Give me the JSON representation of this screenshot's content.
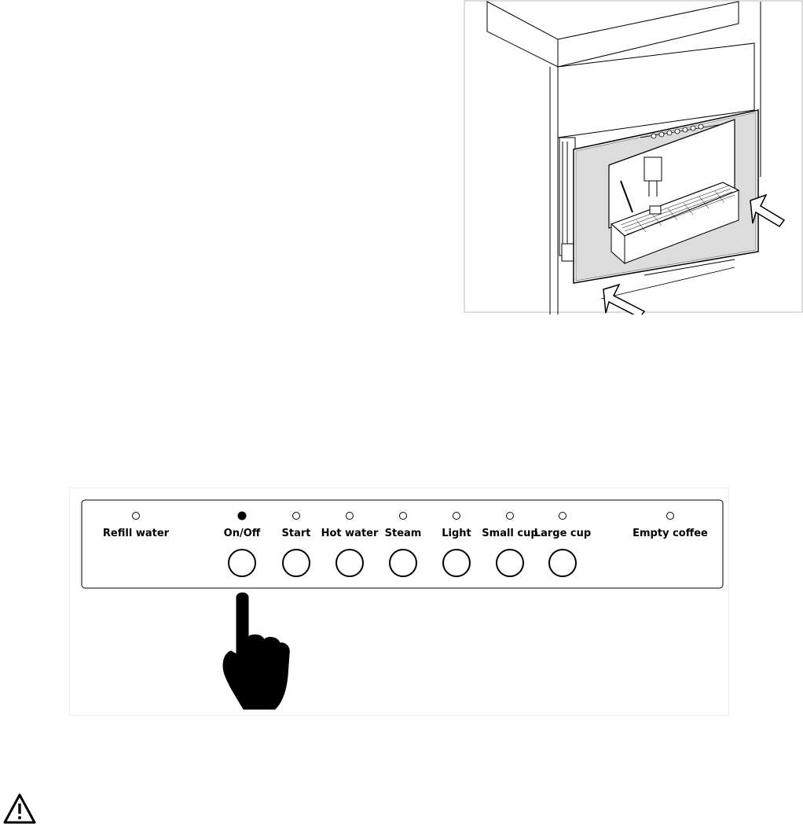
{
  "control_panel": {
    "indicators": [
      {
        "label": "Refill water",
        "lit": false,
        "has_button": false
      },
      {
        "label": "On/Off",
        "lit": true,
        "has_button": true
      },
      {
        "label": "Start",
        "lit": false,
        "has_button": true
      },
      {
        "label": "Hot water",
        "lit": false,
        "has_button": true
      },
      {
        "label": "Steam",
        "lit": false,
        "has_button": true
      },
      {
        "label": "Light",
        "lit": false,
        "has_button": true
      },
      {
        "label": "Small cup",
        "lit": false,
        "has_button": true
      },
      {
        "label": "Large cup",
        "lit": false,
        "has_button": true
      },
      {
        "label": "Empty coffee",
        "lit": false,
        "has_button": false
      }
    ],
    "pressed_button": "On/Off"
  },
  "icons": {
    "pointing_hand": "pointing-hand-icon",
    "warning": "warning-triangle-icon",
    "insert_arrow": "arrow-icon"
  },
  "colors": {
    "ink": "#000000",
    "panel_bg": "#ffffff",
    "appliance_grey": "#dcdcdc"
  }
}
